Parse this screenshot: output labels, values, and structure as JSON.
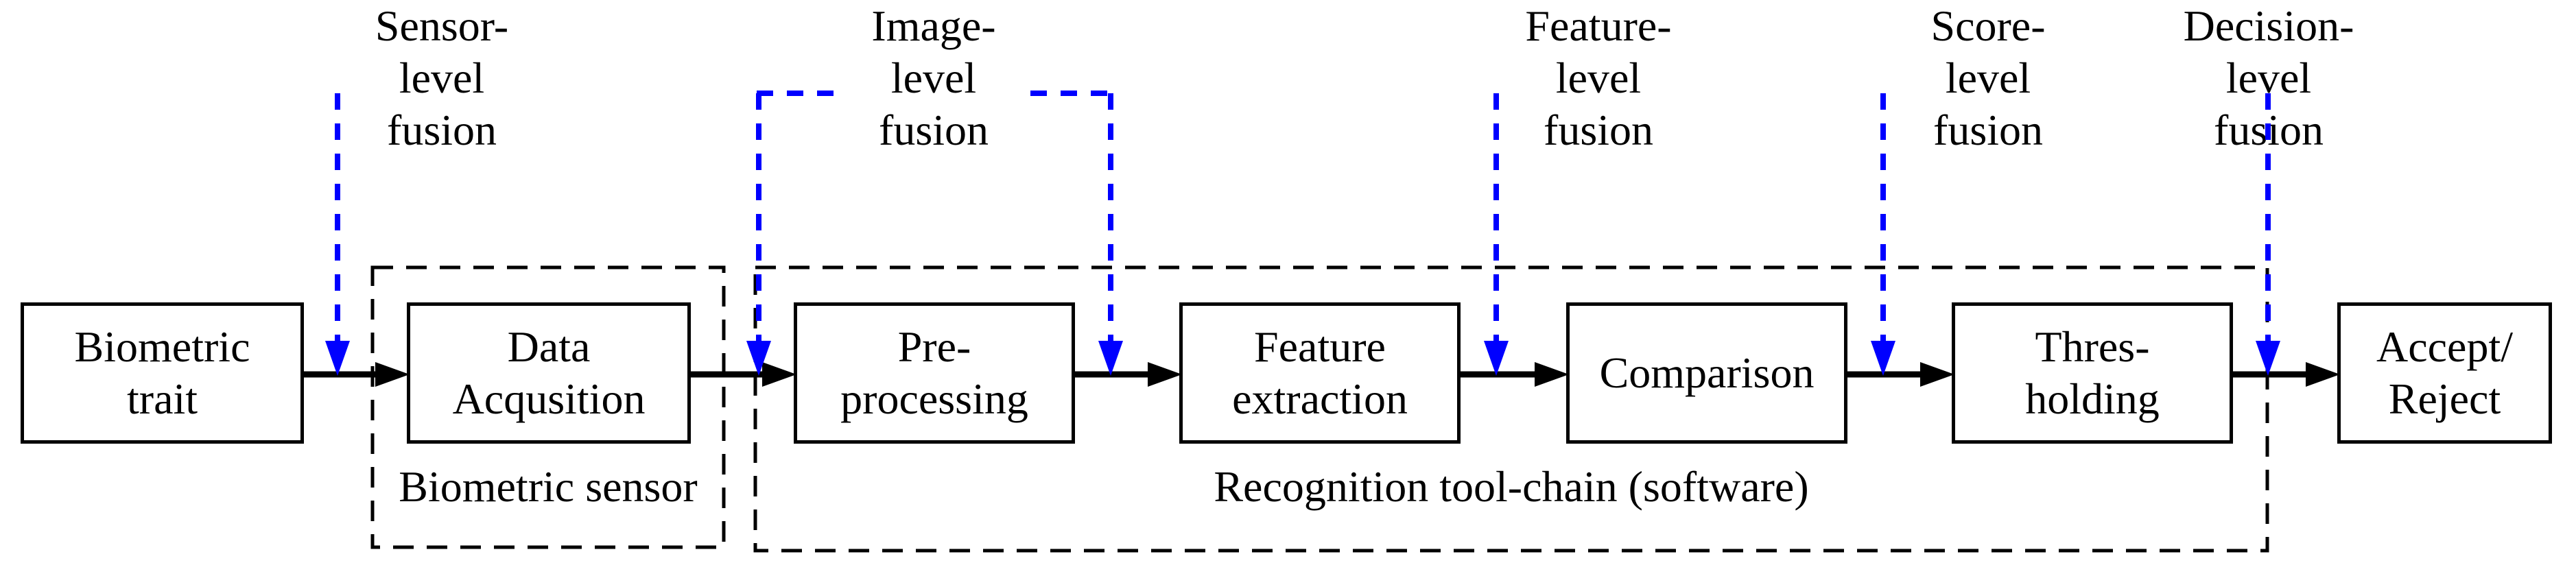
{
  "diagram": {
    "title": "Biometric recognition pipeline with fusion levels",
    "fusion_labels": [
      {
        "id": "sensor",
        "text": "Sensor-\nlevel\nfusion"
      },
      {
        "id": "image",
        "text": "Image-\nlevel\nfusion"
      },
      {
        "id": "feature",
        "text": "Feature-\nlevel\nfusion"
      },
      {
        "id": "score",
        "text": "Score-\nlevel\nfusion"
      },
      {
        "id": "decision",
        "text": "Decision-\nlevel\nfusion"
      }
    ],
    "boxes": [
      {
        "id": "biometric-trait",
        "text": "Biometric\ntrait"
      },
      {
        "id": "data-acquisition",
        "text": "Data\nAcqusition"
      },
      {
        "id": "pre-processing",
        "text": "Pre-\nprocessing"
      },
      {
        "id": "feature-extraction",
        "text": "Feature\nextraction"
      },
      {
        "id": "comparison",
        "text": "Comparison"
      },
      {
        "id": "thresholding",
        "text": "Thres-\nholding"
      },
      {
        "id": "accept-reject",
        "text": "Accept/\nReject"
      }
    ],
    "containers": [
      {
        "id": "biometric-sensor",
        "label": "Biometric sensor"
      },
      {
        "id": "recognition-toolchain",
        "label": "Recognition tool-chain (software)"
      }
    ],
    "colors": {
      "fusion_arrow": "#0000ff",
      "line": "#000000",
      "background": "#ffffff"
    }
  }
}
